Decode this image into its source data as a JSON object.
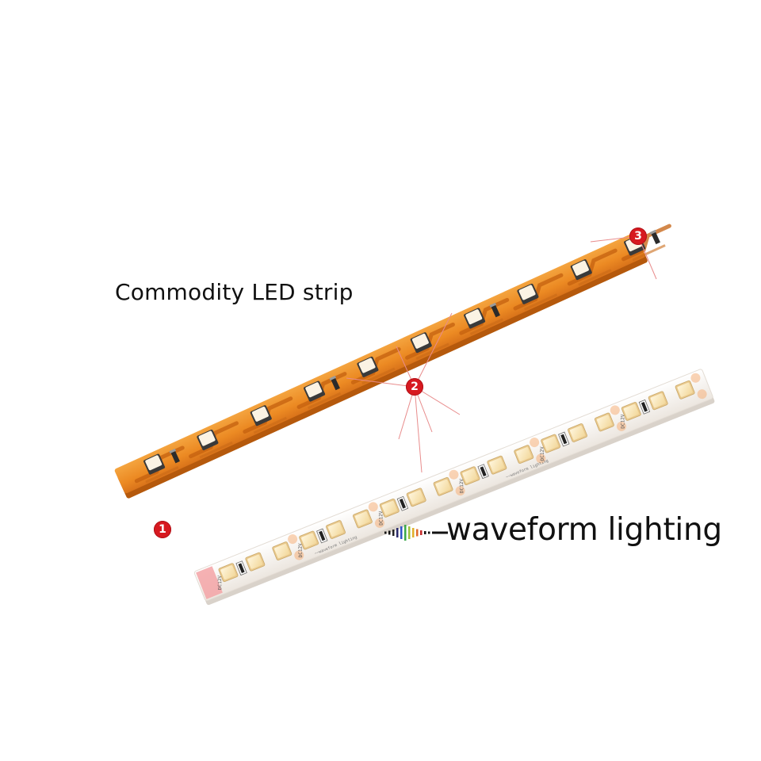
{
  "caption": "Commodity LED strip",
  "brand": {
    "name": "waveform lighting",
    "logo": "waveform-bars-logo"
  },
  "callouts": [
    "1",
    "2",
    "3"
  ],
  "strip_markings": {
    "voltage": "DC12V",
    "small_brand": "waveform lighting"
  },
  "colors": {
    "orange_strip": "#ec8a23",
    "orange_trace": "#c4600f",
    "white_strip": "#f7f3ef",
    "callout": "#d71920",
    "leader_line": "#e88c8c",
    "text": "#111111"
  }
}
